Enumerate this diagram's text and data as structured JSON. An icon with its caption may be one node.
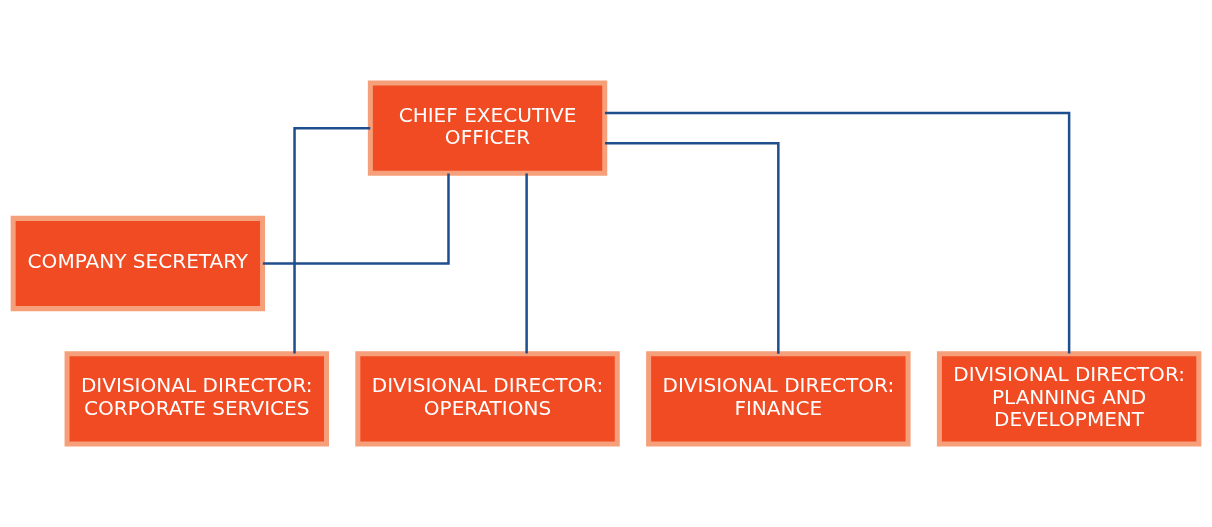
{
  "diagram": {
    "nodes": [
      {
        "text": [
          "CHIEF EXECUTIVE OFFICER"
        ]
      },
      {
        "text": [
          "COMPANY SECRETARY"
        ]
      },
      {
        "text": [
          "DIVISIONAL DIRECTOR: CORPORATE SERVICES"
        ]
      },
      {
        "text": [
          "DIVISIONAL DIRECTOR: OPERATIONS"
        ]
      },
      {
        "text": [
          "DIVISIONAL DIRECTOR: FINANCE"
        ]
      },
      {
        "text": [
          "DIVISIONAL DIRECTOR: PLANNING AND DEVELOPMENT"
        ]
      }
    ],
    "edges": [
      {
        "from": 0,
        "to": 1,
        "arrow": "none"
      },
      {
        "from": 0,
        "to": 2,
        "arrow": "none"
      },
      {
        "from": 0,
        "to": 3,
        "arrow": "none"
      },
      {
        "from": 0,
        "to": 4,
        "arrow": "none"
      },
      {
        "from": 0,
        "to": 5,
        "arrow": "none"
      }
    ]
  }
}
